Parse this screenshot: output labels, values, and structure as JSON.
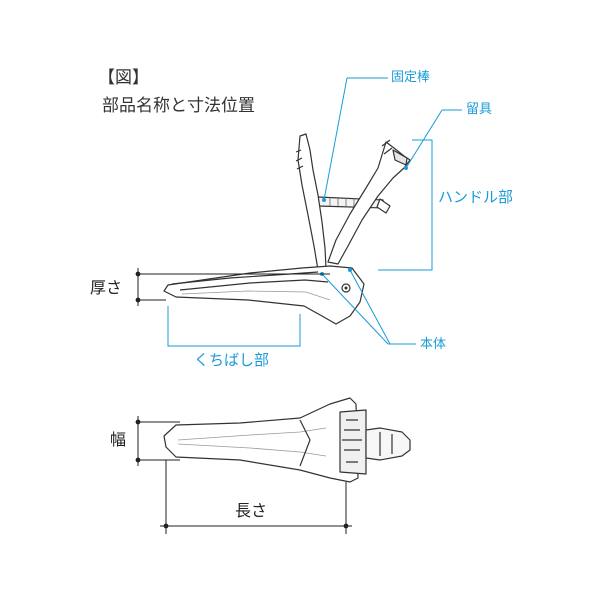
{
  "figure": {
    "tag": "【図】",
    "title": "部品名称と寸法位置"
  },
  "parts": {
    "fixing_rod": "固定棒",
    "clasp": "留具",
    "handle": "ハンドル部",
    "body": "本体",
    "beak": "くちばし部"
  },
  "dimensions": {
    "thickness": "厚さ",
    "width": "幅",
    "length": "長さ"
  },
  "colors": {
    "callout": "#1a9bd7",
    "outline": "#333333",
    "dimension": "#222222"
  }
}
